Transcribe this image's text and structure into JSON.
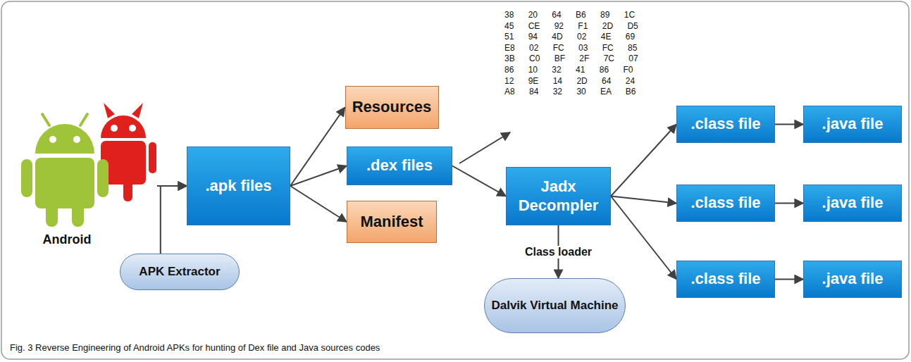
{
  "diagram": {
    "caption": "Fig. 3 Reverse Engineering of Android APKs for hunting of Dex file and Java sources codes",
    "nodes": [
      {
        "text": [
          "Android"
        ]
      },
      {
        "text": [
          "APK Extractor"
        ]
      },
      {
        "text": [
          ".apk files"
        ]
      },
      {
        "text": [
          "Resources"
        ]
      },
      {
        "text": [
          ".dex files"
        ]
      },
      {
        "text": [
          "Manifest"
        ]
      },
      {
        "text": [
          "Jadx Decompler"
        ]
      },
      {
        "text": [
          "Dalvik Virtual Machine"
        ]
      },
      {
        "text": [
          ".class file"
        ]
      },
      {
        "text": [
          ".class file"
        ]
      },
      {
        "text": [
          ".class file"
        ]
      },
      {
        "text": [
          ".java file"
        ]
      },
      {
        "text": [
          ".java file"
        ]
      },
      {
        "text": [
          ".java file"
        ]
      }
    ],
    "edges": [
      {
        "from": 0,
        "to": 2,
        "arrow": "to"
      },
      {
        "from": 1,
        "to": 2,
        "arrow": "to"
      },
      {
        "from": 2,
        "to": 3,
        "arrow": "to"
      },
      {
        "from": 2,
        "to": 4,
        "arrow": "to"
      },
      {
        "from": 2,
        "to": 5,
        "arrow": "to"
      },
      {
        "from": 4,
        "to": 6,
        "arrow": "to"
      },
      {
        "from": 6,
        "to": 7,
        "label": "Class loader",
        "arrow": "to"
      },
      {
        "from": 6,
        "to": 8,
        "arrow": "to"
      },
      {
        "from": 6,
        "to": 9,
        "arrow": "to"
      },
      {
        "from": 6,
        "to": 10,
        "arrow": "to"
      },
      {
        "from": 8,
        "to": 11,
        "arrow": "to"
      },
      {
        "from": 9,
        "to": 12,
        "arrow": "to"
      },
      {
        "from": 10,
        "to": 13,
        "arrow": "to"
      }
    ],
    "labels": [
      "38 20 64 B6 89 1C",
      "45 CE 92 F1 2D D5",
      "51 94 4D 02 4E 69",
      "E8 02 FC 03 FC 85",
      "3B C0 BF 2F 7C 07",
      "86 10 32 41 86 F0",
      "12 9E 14 2D 64 24",
      "A8 84 32 30 EA B6"
    ]
  }
}
